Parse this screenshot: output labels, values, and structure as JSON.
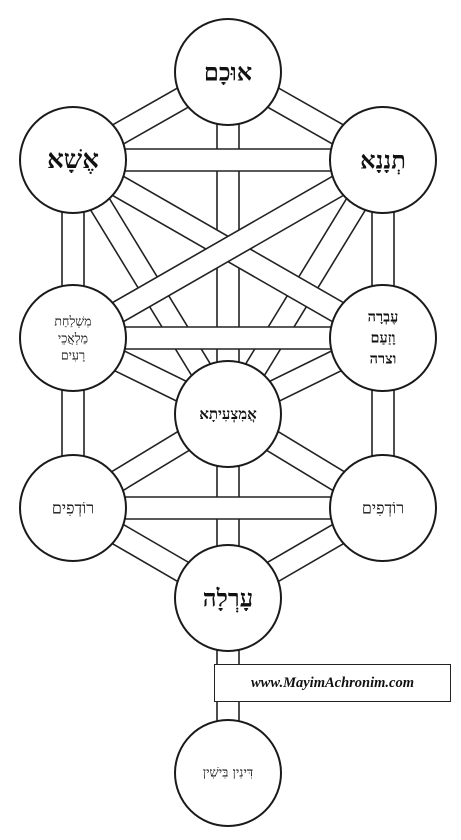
{
  "diagram": {
    "nodes": [
      {
        "id": "top",
        "lines": [
          "אוּכָם"
        ]
      },
      {
        "id": "upper-left",
        "lines": [
          "אֶשָׁא"
        ]
      },
      {
        "id": "upper-right",
        "lines": [
          "תְנָנָא"
        ]
      },
      {
        "id": "middle-left",
        "lines": [
          "מִשְׁלַחַת",
          "מַלְאֲכֵי",
          "רָעִים"
        ]
      },
      {
        "id": "middle-right",
        "lines": [
          "עֶבְרָה",
          "וָזַעַם",
          "וצרה"
        ]
      },
      {
        "id": "center",
        "lines": [
          "אֲמִצְעִיתָא"
        ]
      },
      {
        "id": "lower-left",
        "lines": [
          "רוֹדְפִים"
        ]
      },
      {
        "id": "lower-right",
        "lines": [
          "רוֹדְפִים"
        ]
      },
      {
        "id": "lower-center",
        "lines": [
          "עָרְלָה"
        ]
      },
      {
        "id": "bottom",
        "lines": [
          "דִּינִין בִּישִׁין"
        ]
      }
    ]
  },
  "credit": {
    "text": "www.MayimAchronim.com"
  }
}
